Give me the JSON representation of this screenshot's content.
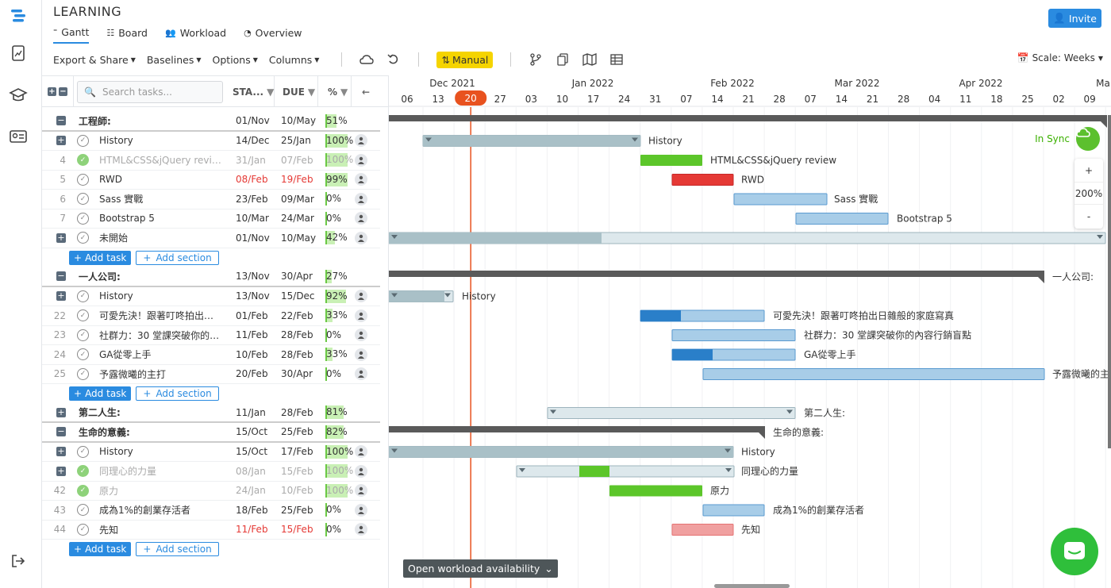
{
  "app": {
    "project_title": "LEARNING",
    "invite_label": "Invite",
    "scale_label": "Scale: Weeks",
    "accent": "#2a8be0"
  },
  "tabs": [
    {
      "label": "Gantt",
      "icon": "gantt-icon"
    },
    {
      "label": "Board",
      "icon": "board-icon"
    },
    {
      "label": "Workload",
      "icon": "workload-icon"
    },
    {
      "label": "Overview",
      "icon": "overview-icon"
    }
  ],
  "toolbar": {
    "export_label": "Export & Share",
    "baselines_label": "Baselines",
    "options_label": "Options",
    "columns_label": "Columns",
    "manual_label": "Manual"
  },
  "grid": {
    "search_placeholder": "Search tasks...",
    "col_start": "STA...",
    "col_due": "DUE",
    "col_pct": "%"
  },
  "timeline": {
    "months": [
      {
        "label": "Dec 2021"
      },
      {
        "label": "Jan 2022"
      },
      {
        "label": "Feb 2022"
      },
      {
        "label": "Mar 2022"
      },
      {
        "label": "Apr 2022"
      },
      {
        "label": "Ma"
      }
    ],
    "days": [
      "06",
      "13",
      "20",
      "27",
      "03",
      "10",
      "17",
      "24",
      "31",
      "07",
      "14",
      "21",
      "28",
      "07",
      "14",
      "21",
      "28",
      "04",
      "11",
      "18",
      "25",
      "02",
      "09"
    ],
    "today": "20",
    "in_sync": "In Sync",
    "zoom_plus": "+",
    "zoom_level": "200%",
    "zoom_minus": "-"
  },
  "rows": [
    {
      "type": "group",
      "name": "工程師:",
      "start": "01/Nov",
      "due": "10/May",
      "pct": "51%",
      "pct_val": 51
    },
    {
      "type": "task",
      "num": "",
      "exp": true,
      "name": "History",
      "start": "14/Dec",
      "due": "25/Jan",
      "pct": "100%",
      "pct_val": 100,
      "done": false
    },
    {
      "type": "task",
      "num": "4",
      "name": "HTML&CSS&jQuery review",
      "start": "31/Jan",
      "due": "07/Feb",
      "pct": "100%",
      "pct_val": 100,
      "done": true,
      "faded": true
    },
    {
      "type": "task",
      "num": "5",
      "name": "RWD",
      "start": "08/Feb",
      "due": "19/Feb",
      "pct": "99%",
      "pct_val": 99,
      "red": true
    },
    {
      "type": "task",
      "num": "6",
      "name": "Sass 實戰",
      "start": "23/Feb",
      "due": "09/Mar",
      "pct": "0%",
      "pct_val": 0
    },
    {
      "type": "task",
      "num": "7",
      "name": "Bootstrap 5",
      "start": "10/Mar",
      "due": "24/Mar",
      "pct": "0%",
      "pct_val": 0
    },
    {
      "type": "task",
      "num": "",
      "exp": true,
      "name": "未開始",
      "start": "01/Nov",
      "due": "10/May",
      "pct": "42%",
      "pct_val": 42
    },
    {
      "type": "add"
    },
    {
      "type": "group",
      "name": "一人公司:",
      "start": "13/Nov",
      "due": "30/Apr",
      "pct": "27%",
      "pct_val": 27
    },
    {
      "type": "task",
      "num": "",
      "exp": true,
      "name": "History",
      "start": "13/Nov",
      "due": "15/Dec",
      "pct": "92%",
      "pct_val": 92
    },
    {
      "type": "task",
      "num": "22",
      "name": "可愛先決！跟著叮咚拍出日...",
      "start": "01/Feb",
      "due": "22/Feb",
      "pct": "33%",
      "pct_val": 33
    },
    {
      "type": "task",
      "num": "23",
      "name": "社群力：30 堂課突破你的內...",
      "start": "11/Feb",
      "due": "28/Feb",
      "pct": "0%",
      "pct_val": 0
    },
    {
      "type": "task",
      "num": "24",
      "name": "GA從零上手",
      "start": "10/Feb",
      "due": "28/Feb",
      "pct": "33%",
      "pct_val": 33
    },
    {
      "type": "task",
      "num": "25",
      "name": "予露微曦的主打",
      "start": "20/Feb",
      "due": "30/Apr",
      "pct": "0%",
      "pct_val": 0
    },
    {
      "type": "add"
    },
    {
      "type": "group",
      "collapsed": true,
      "name": "第二人生:",
      "start": "11/Jan",
      "due": "28/Feb",
      "pct": "81%",
      "pct_val": 81
    },
    {
      "type": "group",
      "name": "生命的意義:",
      "start": "15/Oct",
      "due": "25/Feb",
      "pct": "82%",
      "pct_val": 82
    },
    {
      "type": "task",
      "num": "",
      "exp": true,
      "name": "History",
      "start": "15/Oct",
      "due": "17/Feb",
      "pct": "100%",
      "pct_val": 100
    },
    {
      "type": "task",
      "num": "",
      "exp": true,
      "name": "同理心的力量",
      "start": "08/Jan",
      "due": "15/Feb",
      "pct": "100%",
      "pct_val": 100,
      "done": true,
      "faded": true
    },
    {
      "type": "task",
      "num": "42",
      "name": "原力",
      "start": "24/Jan",
      "due": "10/Feb",
      "pct": "100%",
      "pct_val": 100,
      "done": true,
      "faded": true
    },
    {
      "type": "task",
      "num": "43",
      "name": "成為1%的創業存活者",
      "start": "18/Feb",
      "due": "25/Feb",
      "pct": "0%",
      "pct_val": 0
    },
    {
      "type": "task",
      "num": "44",
      "name": "先知",
      "start": "11/Feb",
      "due": "15/Feb",
      "pct": "0%",
      "pct_val": 0,
      "red": true
    },
    {
      "type": "add"
    }
  ],
  "add_task_label": "Add task",
  "add_section_label": "Add section",
  "chart_labels": {
    "history1": "History",
    "html": "HTML&CSS&jQuery review",
    "rwd": "RWD",
    "sass": "Sass 實戰",
    "bootstrap": "Bootstrap 5",
    "group2": "一人公司:",
    "history2": "History",
    "cute": "可愛先決！跟著叮咚拍出日雜般的家庭寫真",
    "social": "社群力：30 堂課突破你的內容行銷盲點",
    "ga": "GA從零上手",
    "yulu": "予露微曦的主打",
    "group3": "第二人生:",
    "group4": "生命的意義:",
    "history4": "History",
    "empathy": "同理心的力量",
    "force": "原力",
    "survivor": "成為1%的創業存活者",
    "prophet": "先知"
  },
  "workload_label": "Open workload availability"
}
